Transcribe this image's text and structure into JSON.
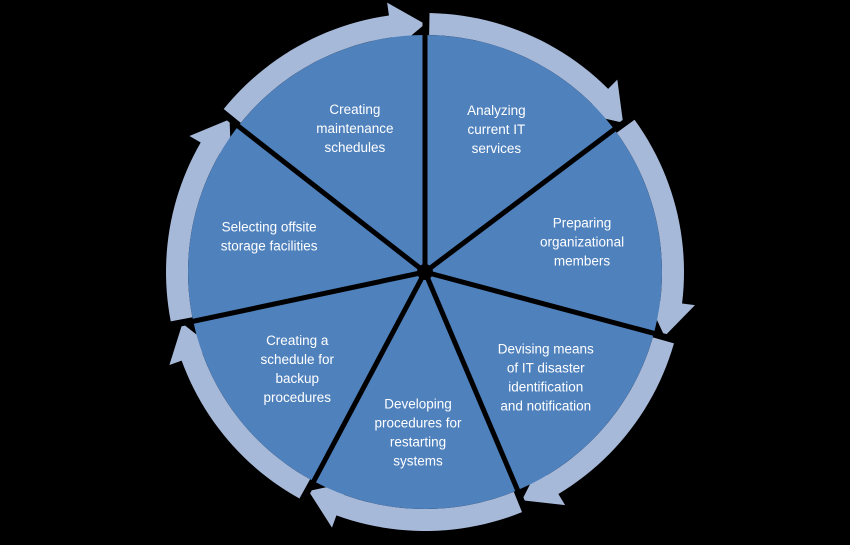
{
  "diagram": {
    "segments": [
      {
        "id": "analyzing",
        "lines": [
          "Analyzing",
          "current IT",
          "services"
        ]
      },
      {
        "id": "preparing",
        "lines": [
          "Preparing",
          "organizational",
          "members"
        ]
      },
      {
        "id": "devising",
        "lines": [
          "Devising means",
          "of IT disaster",
          "identification",
          "and notification"
        ]
      },
      {
        "id": "developing",
        "lines": [
          "Developing",
          "procedures for",
          "restarting",
          "systems"
        ]
      },
      {
        "id": "schedule-backup",
        "lines": [
          "Creating a",
          "schedule for",
          "backup",
          "procedures"
        ]
      },
      {
        "id": "offsite",
        "lines": [
          "Selecting offsite",
          "storage facilities"
        ]
      },
      {
        "id": "maintenance",
        "lines": [
          "Creating",
          "maintenance",
          "schedules"
        ]
      }
    ],
    "colors": {
      "background": "#000000",
      "segment_fill": "#4f81bd",
      "ring_arrow": "#a7b9d9",
      "divider": "#000000",
      "text": "#ffffff"
    }
  }
}
